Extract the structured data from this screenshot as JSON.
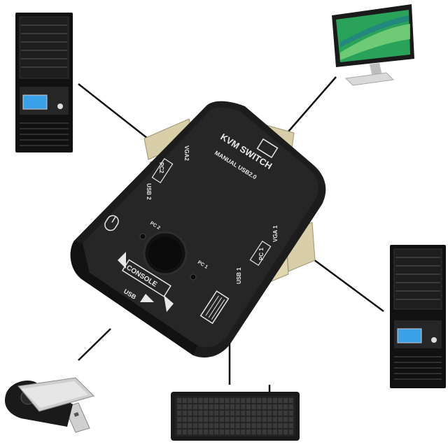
{
  "kvm": {
    "title": "KVM SWITCH",
    "subtitle": "MANUAL USB2.0",
    "vga2": "VGA2",
    "pc2_box": "PC2",
    "usb2": "USB 2",
    "pc2_led": "PC 2",
    "pc1_led": "PC 1",
    "usb1": "USB 1",
    "pc1_box": "PC 1",
    "vga1": "VGA 1",
    "console": "CONSOLE",
    "usb": "USB"
  },
  "colors": {
    "device_body": "#1c1c1c",
    "connector": "#d8cfa8",
    "monitor_screen": "#2aa35a",
    "tower_display": "#3aa0e8",
    "cable": "#111111"
  },
  "icons": [
    "tower-pc-icon",
    "monitor-icon",
    "usb-flash-drive-icon",
    "keyboard-icon",
    "mouse-icon"
  ]
}
